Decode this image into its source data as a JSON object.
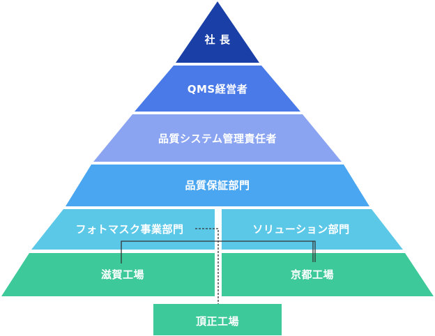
{
  "pyramid": {
    "tier_president": "社 長",
    "tier_qms_manager": "QMS経営者",
    "tier_qs_responsible": "品質システム管理責任者",
    "tier_qa_department": "品質保証部門",
    "tier_photomask_division": "フォトマスク事業部門",
    "tier_solution_department": "ソリューション部門",
    "tier_shiga_factory": "滋賀工場",
    "tier_kyoto_factory": "京都工場",
    "tier_chojo_factory": "頂正工場"
  },
  "colors": {
    "level1": "#1a40a8",
    "level2": "#4a7ae8",
    "level3": "#8aa4f2",
    "level4": "#4aa6f0",
    "level5": "#5cc8e8",
    "level6": "#3ec99a",
    "connector": "#333333"
  }
}
